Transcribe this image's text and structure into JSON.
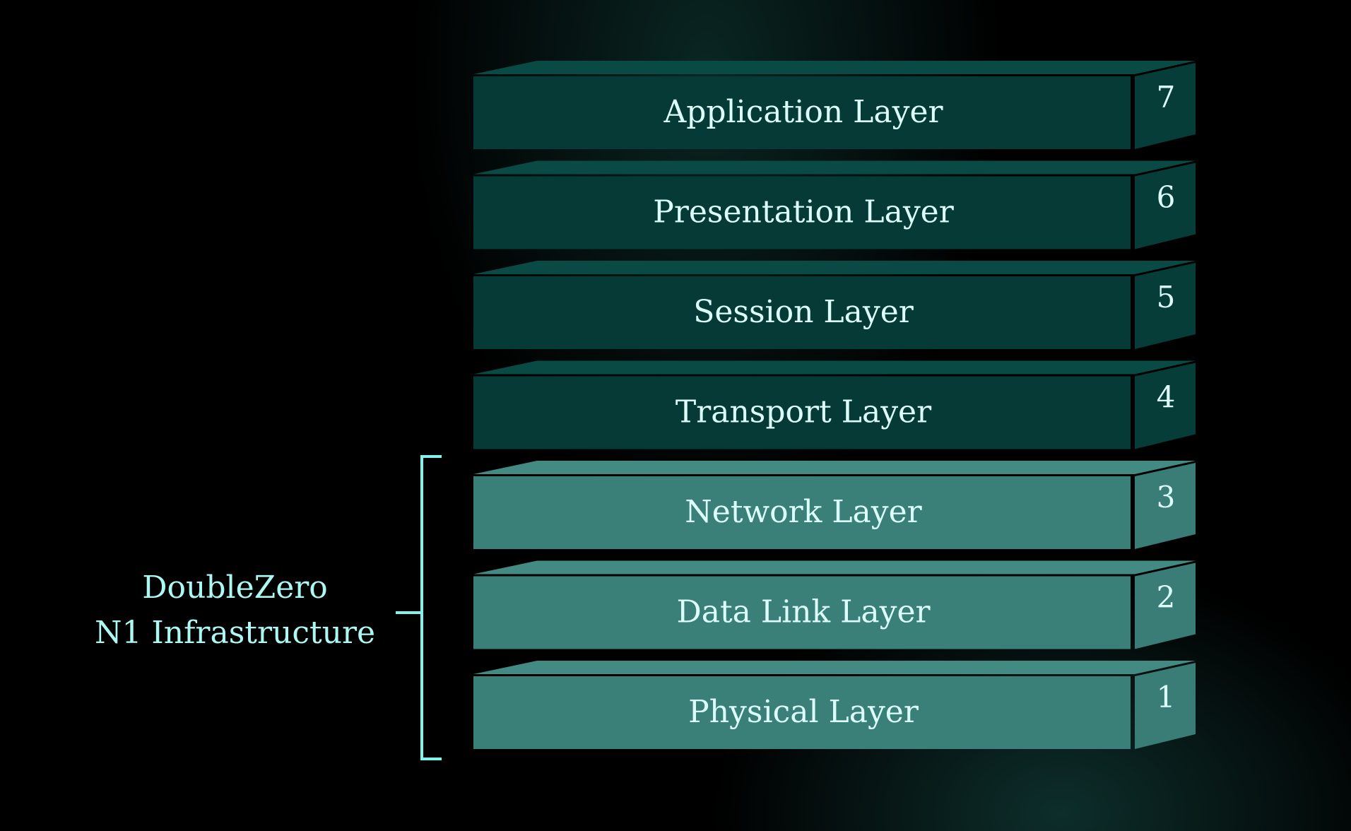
{
  "layers": [
    {
      "number": "7",
      "name": "Application Layer",
      "group": "upper"
    },
    {
      "number": "6",
      "name": "Presentation Layer",
      "group": "upper"
    },
    {
      "number": "5",
      "name": "Session Layer",
      "group": "upper"
    },
    {
      "number": "4",
      "name": "Transport Layer",
      "group": "upper"
    },
    {
      "number": "3",
      "name": "Network Layer",
      "group": "lower"
    },
    {
      "number": "2",
      "name": "Data Link Layer",
      "group": "lower"
    },
    {
      "number": "1",
      "name": "Physical Layer",
      "group": "lower"
    }
  ],
  "bracket_label": {
    "line1": "DoubleZero",
    "line2": "N1 Infrastructure"
  },
  "colors": {
    "upper_front": "#053a36",
    "upper_top": "#0a4a45",
    "upper_side": "#063d39",
    "lower_front": "#3b7f79",
    "lower_top": "#438a83",
    "lower_side": "#3a7c76",
    "bracket": "#7ff3ee"
  }
}
